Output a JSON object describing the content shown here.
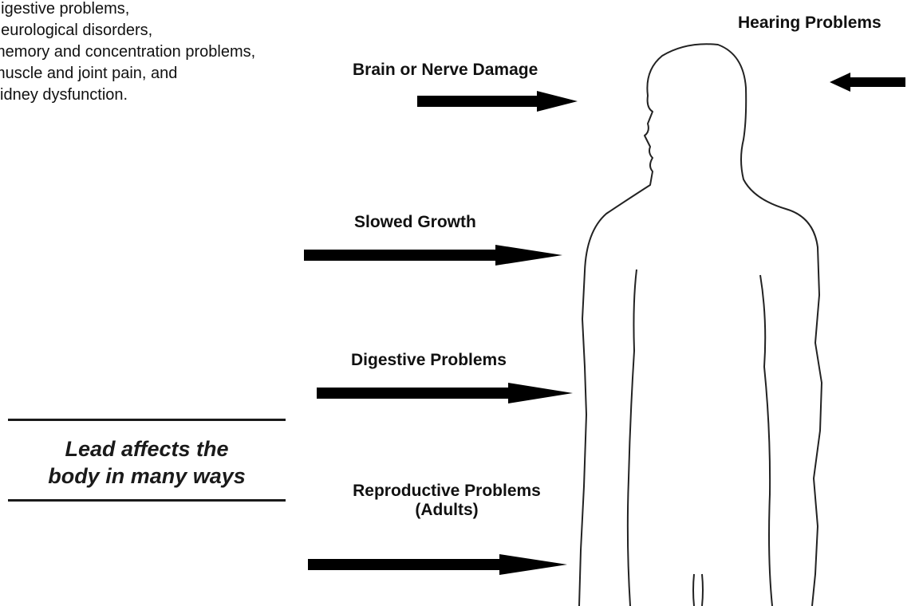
{
  "list": [
    "digestive problems,",
    "neurological disorders,",
    "memory and concentration problems,",
    "muscle and joint pain, and",
    "kidney  dysfunction."
  ],
  "labels": {
    "hearing": "Hearing Problems",
    "brain": "Brain or Nerve Damage",
    "growth": "Slowed Growth",
    "digestive": "Digestive Problems",
    "reproductive_line1": "Reproductive Problems",
    "reproductive_line2": "(Adults)"
  },
  "callout": {
    "line1": "Lead affects the",
    "line2": "body in many ways"
  },
  "colors": {
    "ink": "#111111",
    "outline": "#222222"
  }
}
